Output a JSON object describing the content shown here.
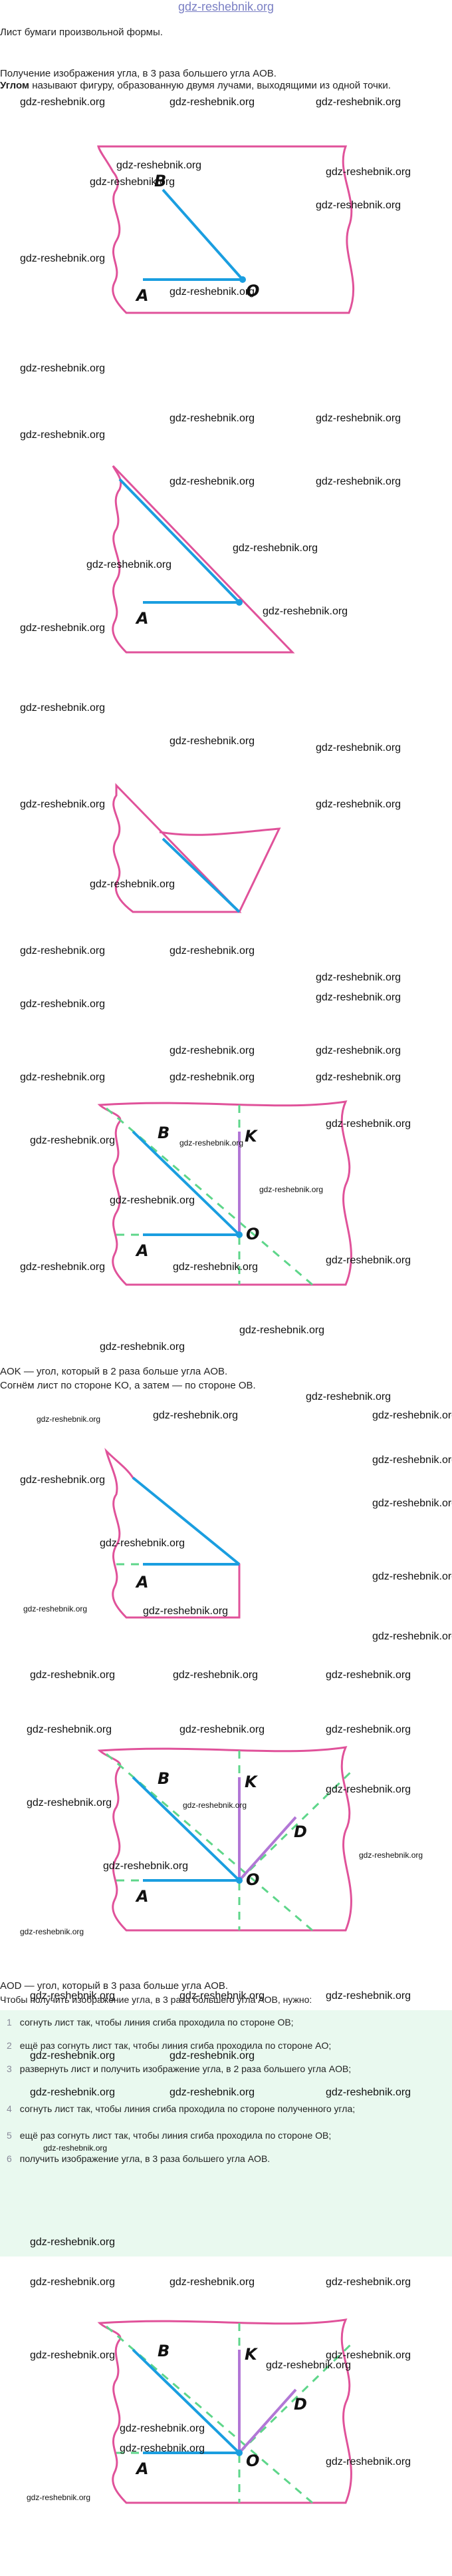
{
  "header": "gdz-reshebnik.org",
  "watermark": "gdz-reshebnik.org",
  "texts": {
    "t1": "Лист бумаги произвольной формы.",
    "t2": "Получение изображения угла, в 3 раза большего угла AOB.",
    "t3_bold": "Углом",
    "t3_rest": " называют фигуру, образованную двумя лучами, выходящими из одной точки.",
    "aok": "AOK — угол, который в 2 раза больше угла AOB.",
    "fold": "Согнём лист по стороне KO, а затем — по стороне OB.",
    "aod": "AOD — угол, который в 3 раза больше угла AOB.",
    "steps_intro": "Чтобы получить изображение угла, в 3 раза большего угла AOB, нужно:"
  },
  "steps": [
    {
      "n": "1",
      "text": "согнуть лист так, чтобы линия сгиба проходила по стороне OB;"
    },
    {
      "n": "2",
      "text": "ещё раз согнуть лист так, чтобы линия сгиба проходила по стороне AO;"
    },
    {
      "n": "3",
      "text": "развернуть лист и получить изображение угла, в 2 раза большего угла AOB;"
    },
    {
      "n": "4",
      "text": "согнуть лист так, чтобы линия сгиба проходила по стороне полученного угла;"
    },
    {
      "n": "5",
      "text": "ещё раз согнуть лист так, чтобы линия сгиба проходила по стороне OB;"
    },
    {
      "n": "6",
      "text": "получить изображение угла, в 3 раза большего угла AOB."
    }
  ],
  "labels": {
    "A": "A",
    "B": "B",
    "O": "O",
    "K": "K",
    "D": "D"
  },
  "colors": {
    "outline": "#e0529a",
    "ray": "#1a9ee0",
    "dash": "#5ed68a",
    "violet": "#b277d6",
    "header": "#7b80c4",
    "steps_bg": "#e9f9ef"
  }
}
